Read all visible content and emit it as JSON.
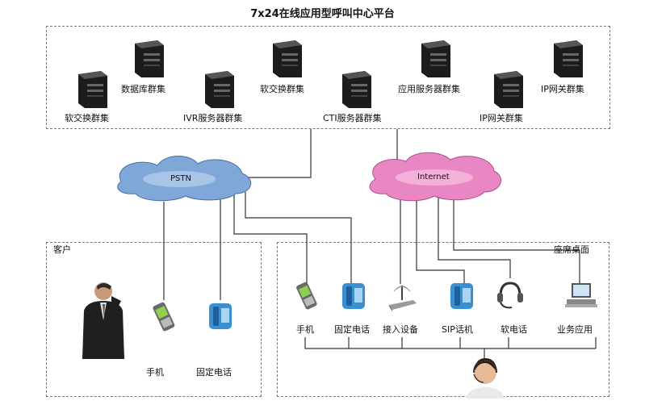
{
  "title": "7x24在线应用型呼叫中心平台",
  "servers": [
    {
      "label": "软交换群集"
    },
    {
      "label": "数据库群集"
    },
    {
      "label": "IVR服务器群集"
    },
    {
      "label": "软交换群集"
    },
    {
      "label": "CTI服务器群集"
    },
    {
      "label": "应用服务器群集"
    },
    {
      "label": "IP网关群集"
    },
    {
      "label": "IP网关群集"
    }
  ],
  "clouds": {
    "pstn": "PSTN",
    "internet": "Internet"
  },
  "customer": {
    "title": "客户",
    "devices": [
      "手机",
      "固定电话"
    ]
  },
  "agent": {
    "title": "座席桌面",
    "devices": [
      "手机",
      "固定电话",
      "接入设备",
      "SIP话机",
      "软电话",
      "业务应用"
    ]
  },
  "colors": {
    "pstn_cloud": "#7fa8d8",
    "internet_cloud": "#e987c4",
    "server": "#1c1c1c",
    "phone": "#3a8fd0"
  }
}
